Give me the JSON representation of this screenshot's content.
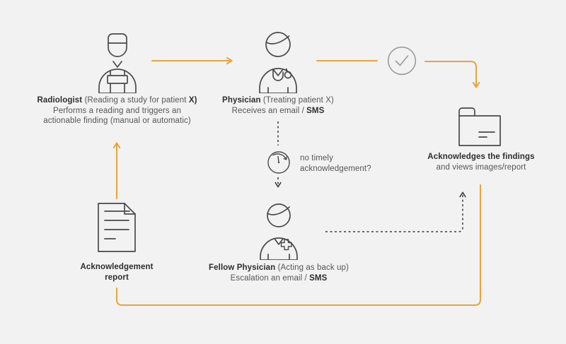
{
  "colors": {
    "background": "#f2f2f2",
    "accent_arrow": "#e8a33c",
    "dashed_arrow": "#3b3b3b",
    "icon_stroke": "#4a4a4a",
    "check_circle": "#9b9b9b",
    "text_dark": "#2d2d2d",
    "text_muted": "#565656"
  },
  "icons": {
    "radiologist": "surgeon-cap-person-icon",
    "physician": "doctor-stethoscope-icon",
    "check": "check-circle-icon",
    "folder": "folder-report-icon",
    "timer": "clock-timer-icon",
    "fellow": "medic-cross-person-icon",
    "report": "document-lines-icon"
  },
  "nodes": {
    "radiologist": {
      "name": "Radiologist",
      "role_pre": " (Reading a study for patient ",
      "role_bold": "X)",
      "line2": "Performs a reading and triggers an",
      "line3": "actionable finding (manual or automatic)"
    },
    "physician": {
      "name": "Physician",
      "role": " (Treating patient X)",
      "line2_pre": "Receives an email / ",
      "line2_bold": "SMS"
    },
    "acknowledge": {
      "line1": "Acknowledges the findings",
      "line2": "and views images/report"
    },
    "timer": {
      "label": "no timely acknowledgement?"
    },
    "fellow": {
      "name": "Fellow Physician",
      "role": " (Acting as back up)",
      "line2_pre": "Escalation an email / ",
      "line2_bold": "SMS"
    },
    "report": {
      "label": "Acknowledgement report"
    }
  }
}
